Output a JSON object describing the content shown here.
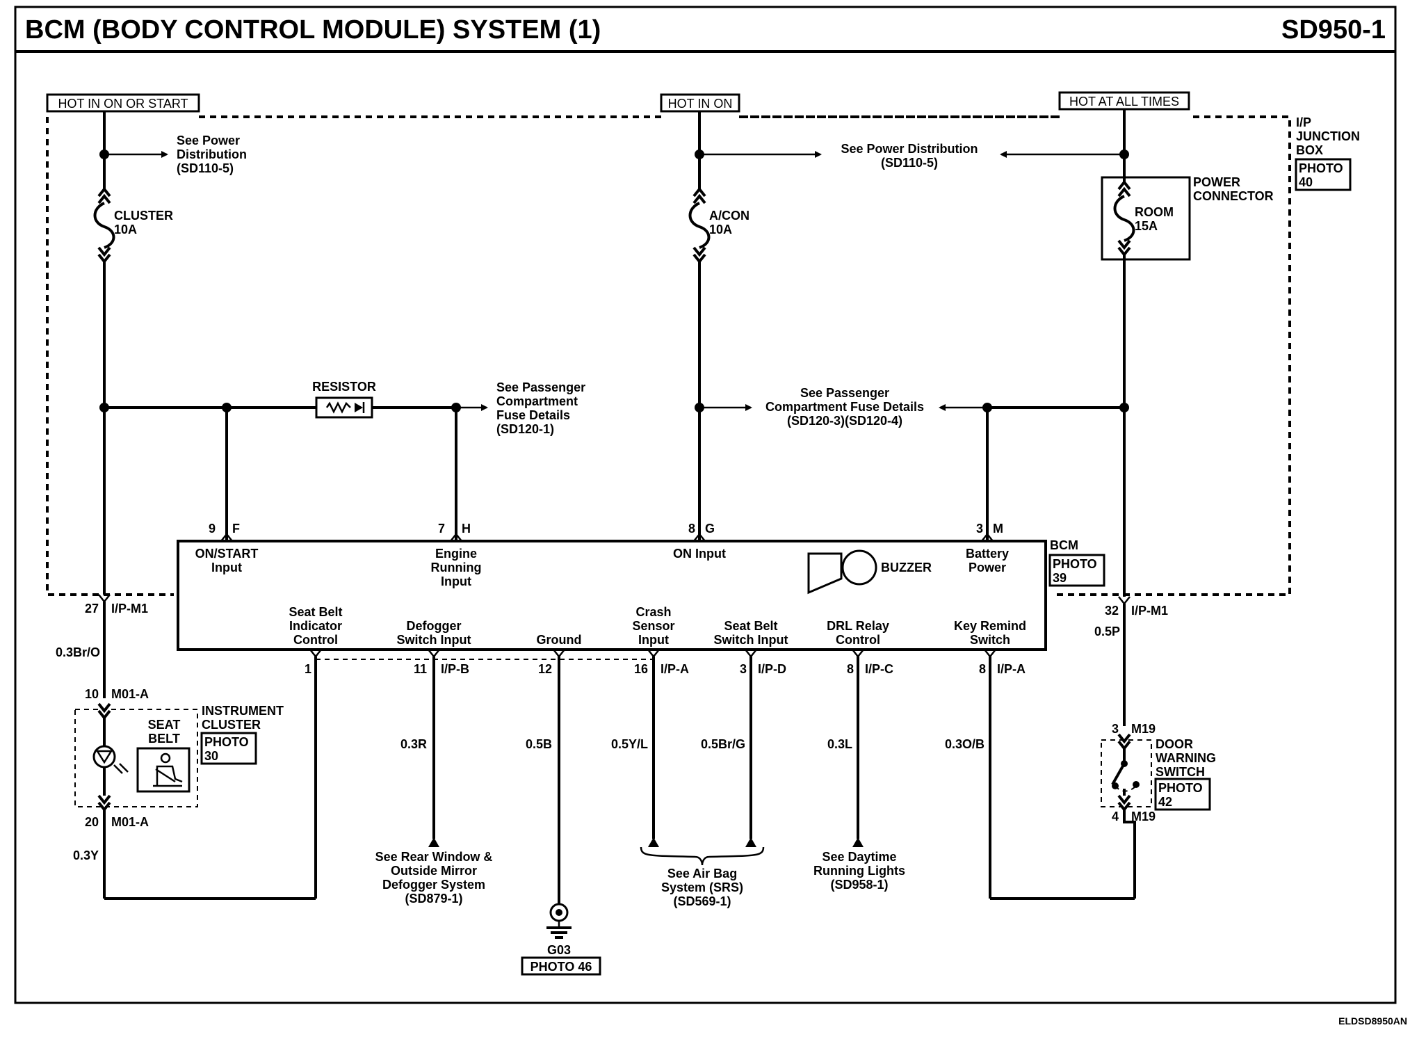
{
  "header": {
    "title": "BCM (BODY CONTROL MODULE) SYSTEM (1)",
    "code": "SD950-1"
  },
  "footer": {
    "ref": "ELDSD8950AN"
  },
  "power": {
    "hot_start": "HOT IN ON OR START",
    "hot_on": "HOT IN ON",
    "hot_all": "HOT AT ALL TIMES"
  },
  "refs": {
    "pd_left": [
      "See Power",
      "Distribution",
      "(SD110-5)"
    ],
    "pd_mid": [
      "See Power Distribution",
      "(SD110-5)"
    ],
    "pass_left": [
      "See Passenger",
      "Compartment",
      "Fuse Details",
      "(SD120-1)"
    ],
    "pass_right": [
      "See Passenger",
      "Compartment Fuse Details",
      "(SD120-3)(SD120-4)"
    ],
    "rear_window": [
      "See Rear Window &",
      "Outside Mirror",
      "Defogger System",
      "(SD879-1)"
    ],
    "airbag": [
      "See Air Bag",
      "System (SRS)",
      "(SD569-1)"
    ],
    "drl": [
      "See Daytime",
      "Running Lights",
      "(SD958-1)"
    ]
  },
  "fuses": {
    "cluster": [
      "CLUSTER",
      "10A"
    ],
    "acon": [
      "A/CON",
      "10A"
    ],
    "room": [
      "ROOM",
      "15A"
    ]
  },
  "junction": {
    "power_connector": [
      "POWER",
      "CONNECTOR"
    ],
    "ip_junction": [
      "I/P",
      "JUNCTION",
      "BOX"
    ],
    "photo_label": "PHOTO",
    "photo_num": "40"
  },
  "resistor": "RESISTOR",
  "bcm": {
    "name": "BCM",
    "photo_label": "PHOTO",
    "photo_num": "39",
    "buzzer": "BUZZER",
    "inputs_top": [
      {
        "pin": "9",
        "cav": "F",
        "label": [
          "ON/START",
          "Input"
        ]
      },
      {
        "pin": "7",
        "cav": "H",
        "label": [
          "Engine",
          "Running",
          "Input"
        ]
      },
      {
        "pin": "8",
        "cav": "G",
        "label": [
          "ON Input"
        ]
      },
      {
        "pin": "3",
        "cav": "M",
        "label": [
          "Battery",
          "Power"
        ]
      }
    ],
    "outputs_bottom": [
      {
        "pin": "1",
        "conn": "",
        "label": [
          "Seat Belt",
          "Indicator",
          "Control"
        ],
        "wire": ""
      },
      {
        "pin": "11",
        "conn": "I/P-B",
        "label": [
          "Defogger",
          "Switch Input"
        ],
        "wire": "0.3R"
      },
      {
        "pin": "12",
        "conn": "",
        "label": [
          "Ground"
        ],
        "wire": "0.5B"
      },
      {
        "pin": "16",
        "conn": "I/P-A",
        "label": [
          "Crash",
          "Sensor",
          "Input"
        ],
        "wire": "0.5Y/L"
      },
      {
        "pin": "3",
        "conn": "I/P-D",
        "label": [
          "Seat Belt",
          "Switch Input"
        ],
        "wire": "0.5Br/G"
      },
      {
        "pin": "8",
        "conn": "I/P-C",
        "label": [
          "DRL Relay",
          "Control"
        ],
        "wire": "0.3L"
      },
      {
        "pin": "8",
        "conn": "I/P-A",
        "label": [
          "Key Remind",
          "Switch"
        ],
        "wire": "0.3O/B"
      }
    ]
  },
  "left_circuit": {
    "c1_pin": "27",
    "c1_name": "I/P-M1",
    "wire1": "0.3Br/O",
    "c2_pin": "10",
    "c2_name": "M01-A",
    "c3_pin": "20",
    "c3_name": "M01-A",
    "wire2": "0.3Y",
    "cluster": [
      "INSTRUMENT",
      "CLUSTER"
    ],
    "seat_belt": [
      "SEAT",
      "BELT"
    ],
    "photo_label": "PHOTO",
    "photo_num": "30"
  },
  "right_circuit": {
    "c1_pin": "32",
    "c1_name": "I/P-M1",
    "wire1": "0.5P",
    "c2_pin": "3",
    "c2_name": "M19",
    "c3_pin": "4",
    "c3_name": "M19",
    "switch": [
      "DOOR",
      "WARNING",
      "SWITCH"
    ],
    "photo_label": "PHOTO",
    "photo_num": "42"
  },
  "ground": {
    "name": "G03",
    "photo": "PHOTO 46"
  }
}
